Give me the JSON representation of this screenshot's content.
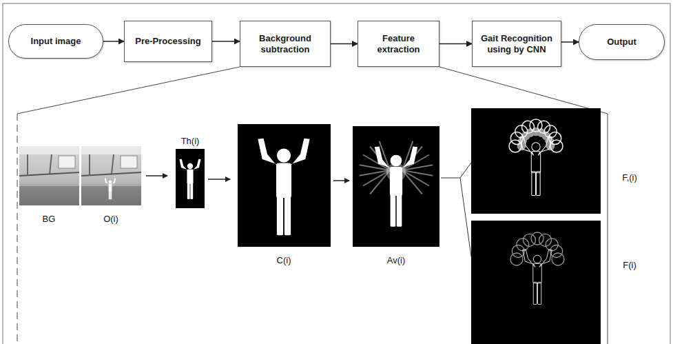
{
  "diagram": {
    "nodes": [
      {
        "text": [
          "Input image"
        ]
      },
      {
        "text": [
          "Pre-Processing"
        ]
      },
      {
        "text": [
          "Background subtraction"
        ]
      },
      {
        "text": [
          "Feature extraction"
        ]
      },
      {
        "text": [
          "Gait Recognition using by CNN"
        ]
      },
      {
        "text": [
          "Output"
        ]
      }
    ],
    "edges": [
      {
        "from": 0,
        "to": 1,
        "arrow": "to"
      },
      {
        "from": 1,
        "to": 2,
        "arrow": "to"
      },
      {
        "from": 2,
        "to": 3,
        "arrow": "to"
      },
      {
        "from": 3,
        "to": 4,
        "arrow": "to"
      },
      {
        "from": 4,
        "to": 5,
        "arrow": "to"
      }
    ],
    "labels": [
      "BG",
      "O(i)",
      "Th(i)",
      "C(i)",
      "Av(i)",
      "F,(i)",
      "F(i)"
    ]
  }
}
